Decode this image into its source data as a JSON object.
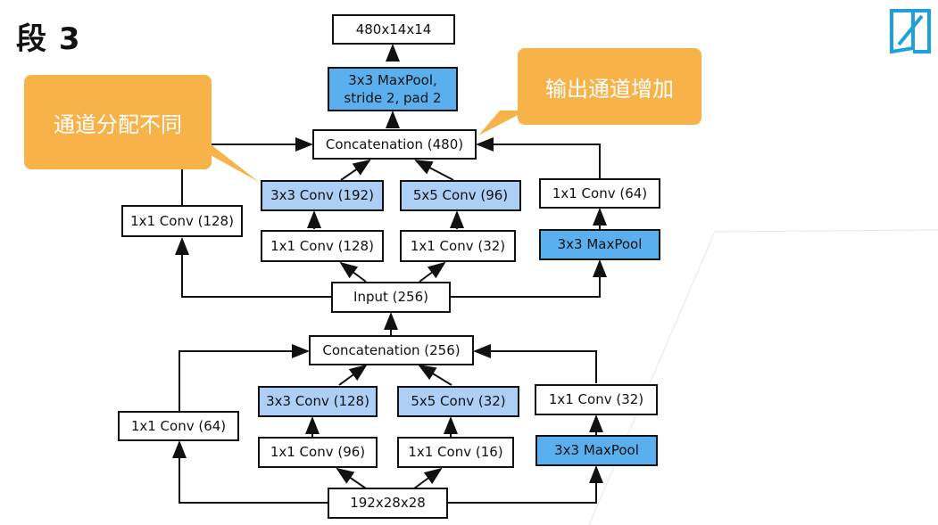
{
  "title": "段 3",
  "callouts": {
    "left": "通道分配不同",
    "right": "输出通道增加"
  },
  "upper": {
    "output": "480x14x14",
    "maxpool_out": "3x3 MaxPool,\nstride 2, pad 2",
    "concat": "Concatenation (480)",
    "path1": "1x1 Conv (128)",
    "path2_top": "3x3 Conv (192)",
    "path2_bottom": "1x1 Conv (128)",
    "path3_top": "5x5 Conv (96)",
    "path3_bottom": "1x1 Conv (32)",
    "path4_top": "1x1 Conv (64)",
    "path4_bottom": "3x3 MaxPool",
    "input": "Input (256)"
  },
  "lower": {
    "concat": "Concatenation (256)",
    "path1": "1x1 Conv (64)",
    "path2_top": "3x3 Conv (128)",
    "path2_bottom": "1x1 Conv (96)",
    "path3_top": "5x5 Conv (32)",
    "path3_bottom": "1x1 Conv (16)",
    "path4_top": "1x1 Conv (32)",
    "path4_bottom": "3x3 MaxPool",
    "input": "192x28x28"
  },
  "colors": {
    "light_blue": "#aecff5",
    "blue": "#5ab0ee",
    "callout": "#f7b34a",
    "logo": "#1ea0dc"
  }
}
